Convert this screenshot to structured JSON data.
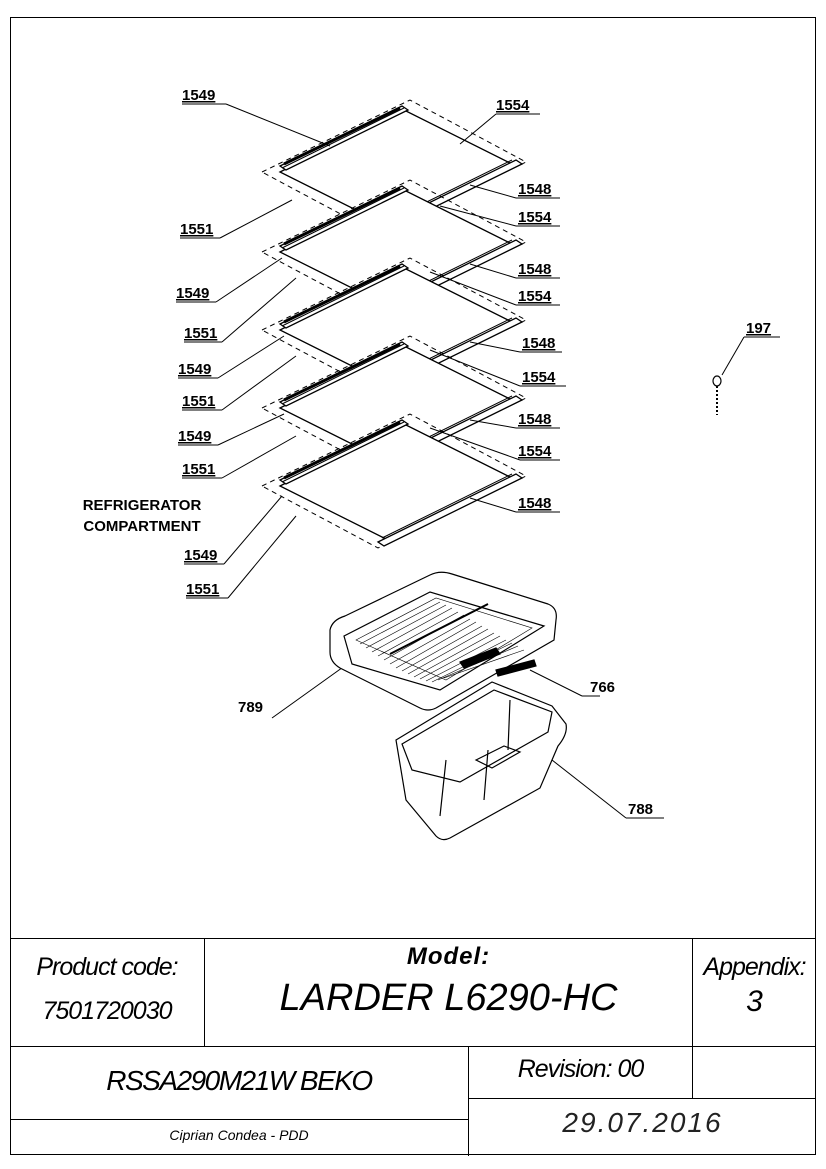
{
  "diagram": {
    "callouts": {
      "c1549a": "1549",
      "c1554a": "1554",
      "c1548a": "1548",
      "c1554b": "1554",
      "c1551a": "1551",
      "c1548b": "1548",
      "c1554c": "1554",
      "c1549b": "1549",
      "c1551b": "1551",
      "c1548c": "1548",
      "c1549c": "1549",
      "c1554d": "1554",
      "c1551c": "1551",
      "c1548d": "1548",
      "c1549d": "1549",
      "c1554e": "1554",
      "c1551d": "1551",
      "c1548e": "1548",
      "c1549e": "1549",
      "c1551e": "1551",
      "c197": "197",
      "c789": "789",
      "c766": "766",
      "c788": "788"
    },
    "section_label_line1": "REFRIGERATOR",
    "section_label_line2": "COMPARTMENT"
  },
  "title_block": {
    "product_code_label": "Product code:",
    "product_code": "7501720030",
    "model_label": "Model:",
    "model_name": "LARDER L6290-HC",
    "appendix_label": "Appendix:",
    "appendix_value": "3",
    "brand_model": "RSSA290M21W BEKO",
    "revision": "Revision: 00",
    "author": "Ciprian Condea - PDD",
    "date": "29.07.2016"
  }
}
